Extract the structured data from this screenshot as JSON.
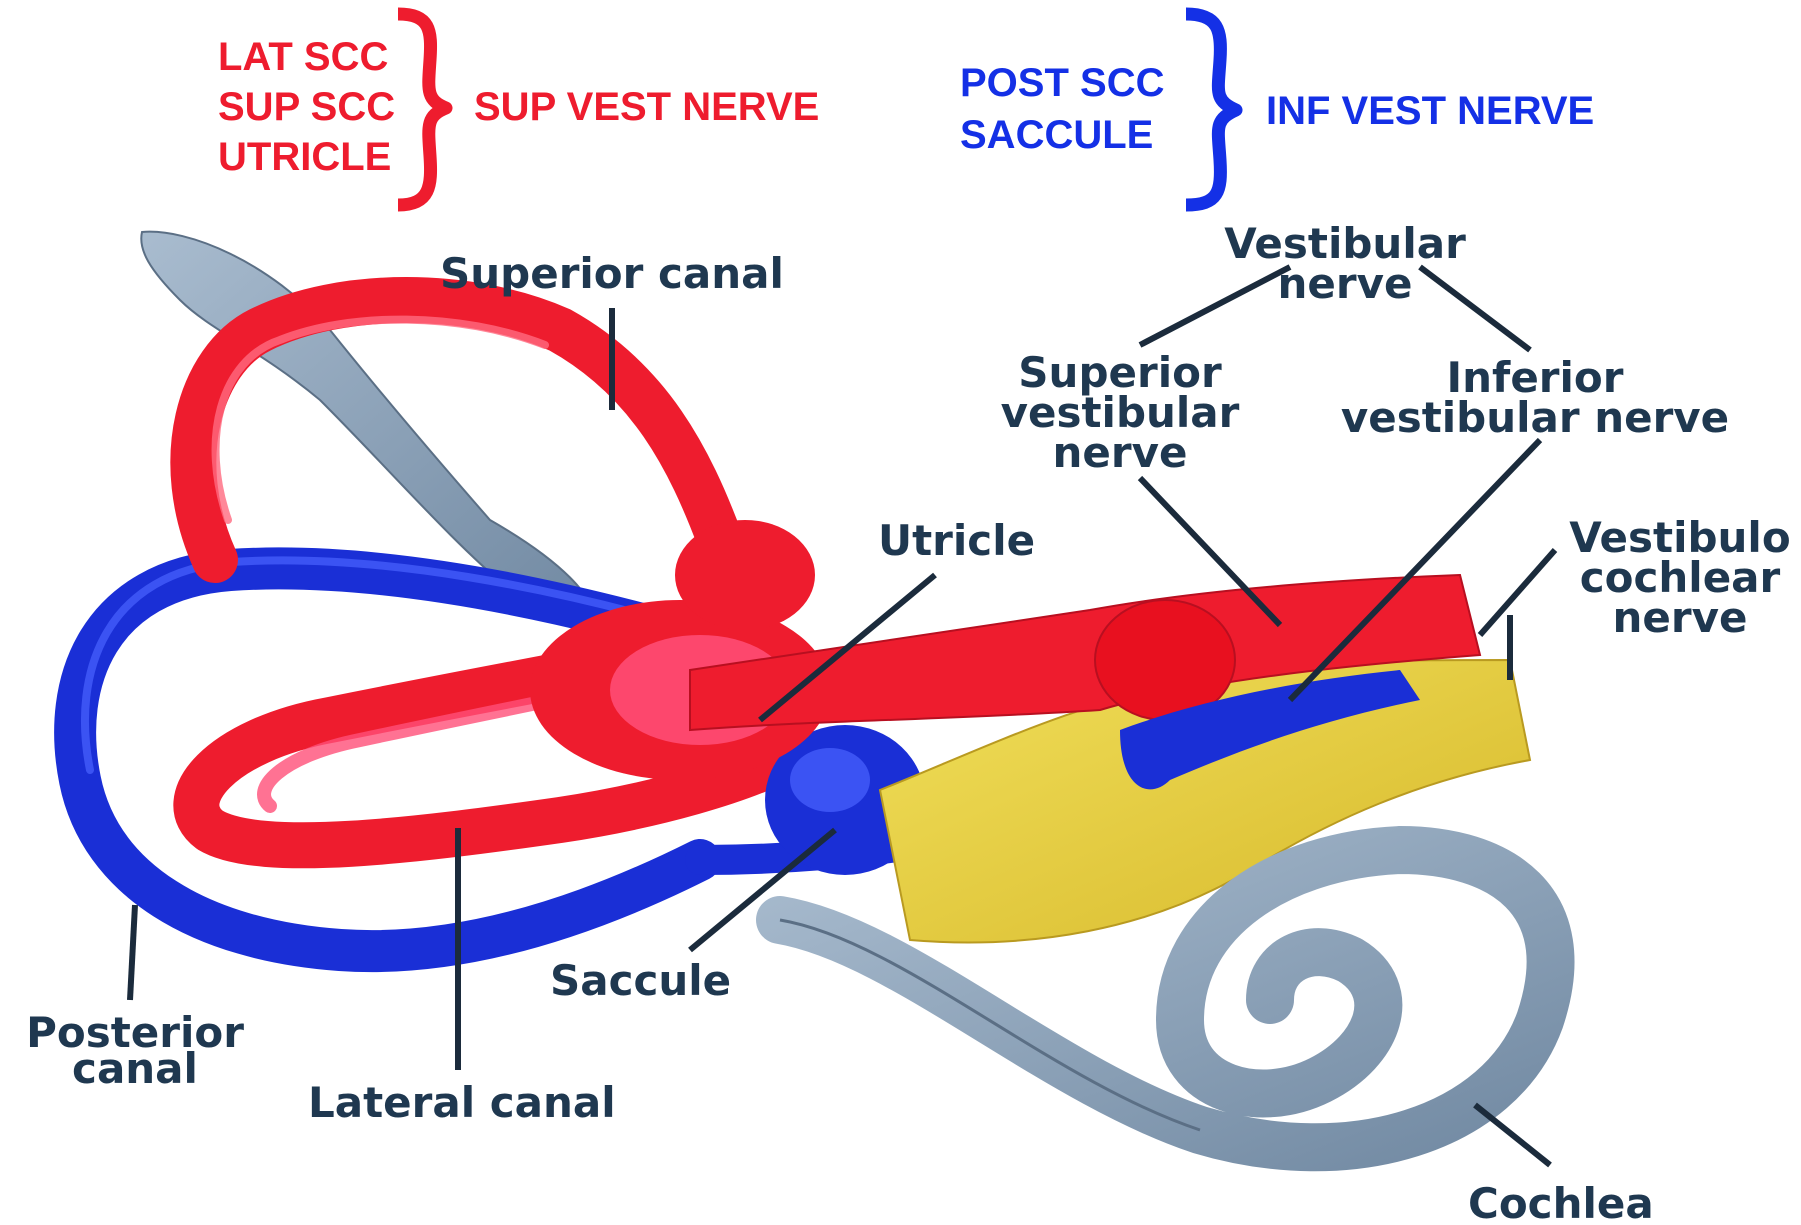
{
  "key": {
    "superior_group": [
      "LAT SCC",
      "SUP SCC",
      "UTRICLE"
    ],
    "superior_nerve": "SUP VEST NERVE",
    "inferior_group": [
      "POST SCC",
      "SACCULE"
    ],
    "inferior_nerve": "INF VEST NERVE"
  },
  "labels": {
    "superior_canal": "Superior canal",
    "vestibular_nerve": [
      "Vestibular",
      "nerve"
    ],
    "superior_vestibular_nerve": [
      "Superior",
      "vestibular",
      "nerve"
    ],
    "inferior_vestibular_nerve": [
      "Inferior",
      "vestibular nerve"
    ],
    "utricle": "Utricle",
    "vestibulocochlear_nerve": [
      "Vestibulo",
      "cochlear",
      "nerve"
    ],
    "saccule": "Saccule",
    "posterior_canal": [
      "Posterior",
      "canal"
    ],
    "lateral_canal": "Lateral canal",
    "cochlea": "Cochlea"
  },
  "colors": {
    "superior_division": "#ee1c2e",
    "inferior_division": "#1430e6",
    "cochlear_nerve": "#e6cf3c",
    "bone": "#8fa3ba",
    "label_text": "#1f3850"
  }
}
